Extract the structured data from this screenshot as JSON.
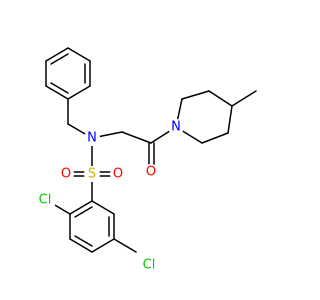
{
  "molecule": {
    "colors": {
      "bond": "#000000",
      "N": "#0000ff",
      "O": "#ff0000",
      "S": "#ccb400",
      "Cl": "#00cc00"
    },
    "atoms": {
      "n_sulfonamide": "N",
      "n_piperidine": "N",
      "o_carbonyl": "O",
      "o_sulfonyl_left": "O",
      "o_sulfonyl_right": "O",
      "s_sulfonyl": "S",
      "cl_ortho": "Cl",
      "cl_meta": "Cl"
    }
  }
}
